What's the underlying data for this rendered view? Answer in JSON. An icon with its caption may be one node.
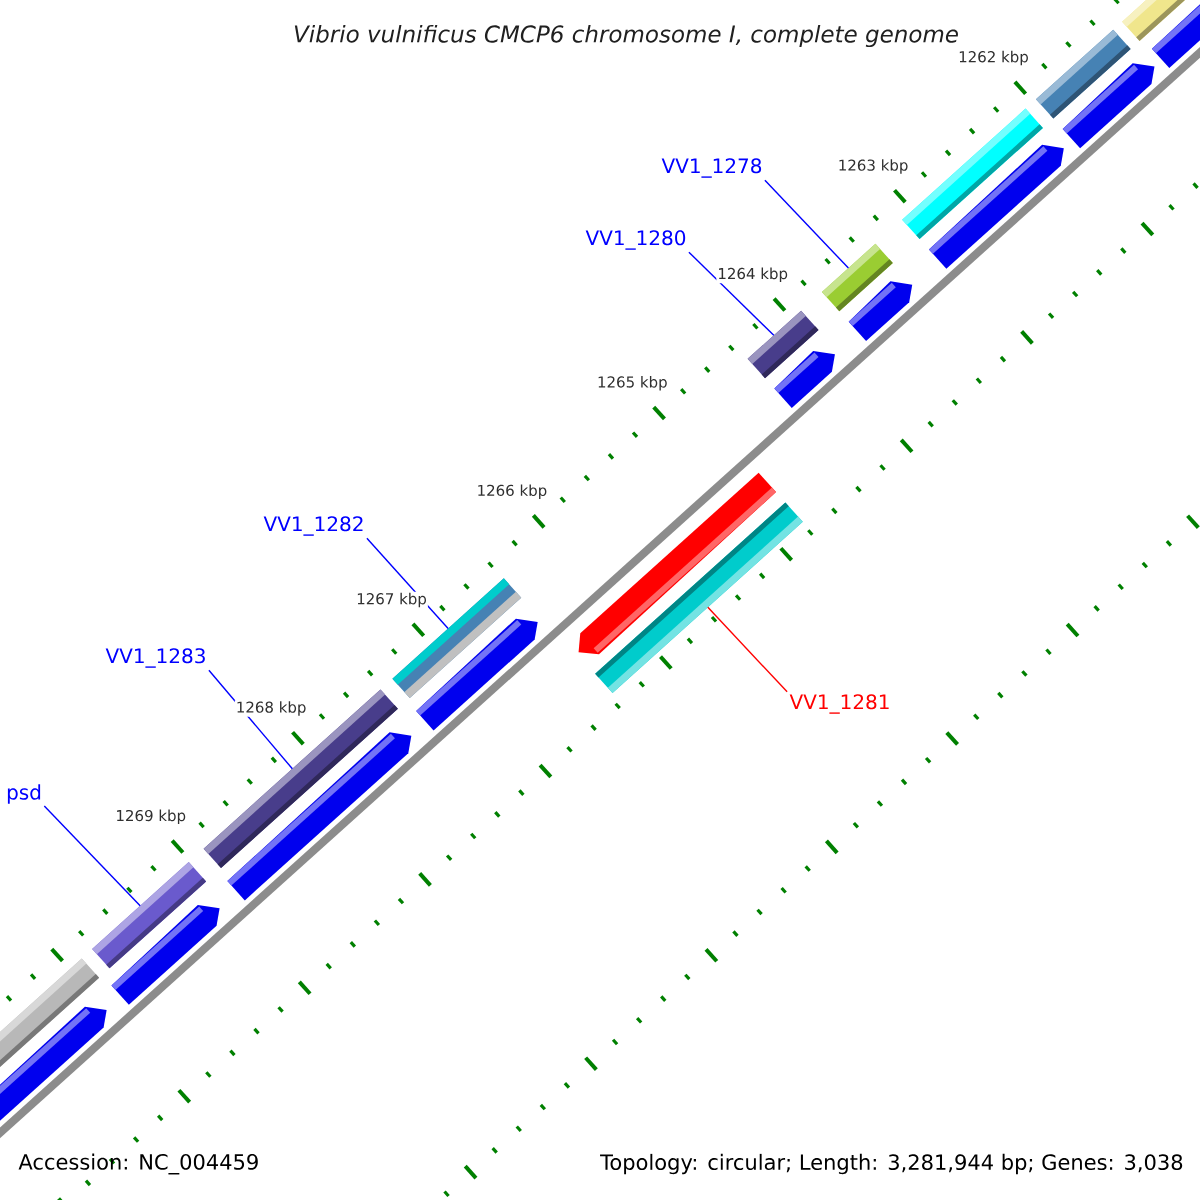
{
  "diagram": {
    "title": "Vibrio vulnificus CMCP6 chromosome I, complete genome",
    "nodes": [
      {
        "text": [
          "VV1_1278"
        ]
      },
      {
        "text": [],
        "shape": "bar"
      },
      {
        "text": [
          "VV1_1280"
        ]
      },
      {
        "text": [],
        "shape": "bar"
      },
      {
        "text": [
          "VV1_1282"
        ]
      },
      {
        "text": [],
        "shape": "bar"
      },
      {
        "text": [
          "VV1_1283"
        ]
      },
      {
        "text": [],
        "shape": "bar"
      },
      {
        "text": [
          "VV1_1281"
        ]
      },
      {
        "text": [],
        "shape": "bar"
      },
      {
        "text": [
          "psd"
        ]
      },
      {
        "text": [],
        "shape": "bar"
      }
    ],
    "edges": [
      {
        "from": 0,
        "to": 1,
        "arrow": "none"
      },
      {
        "from": 2,
        "to": 3,
        "arrow": "none"
      },
      {
        "from": 4,
        "to": 5,
        "arrow": "none"
      },
      {
        "from": 6,
        "to": 7,
        "arrow": "none"
      },
      {
        "from": 8,
        "to": 9,
        "arrow": "none",
        "color": "#ff0000"
      },
      {
        "from": 10,
        "to": 11,
        "arrow": "none"
      }
    ],
    "labels": [
      "1262 kbp",
      "1263 kbp",
      "1264 kbp",
      "1265 kbp",
      "1266 kbp",
      "1267 kbp",
      "1268 kbp",
      "1269 kbp",
      "Accession: NC_004459",
      "Topology: circular; Length: 3,281,944 bp; Genes: 3,038"
    ]
  }
}
